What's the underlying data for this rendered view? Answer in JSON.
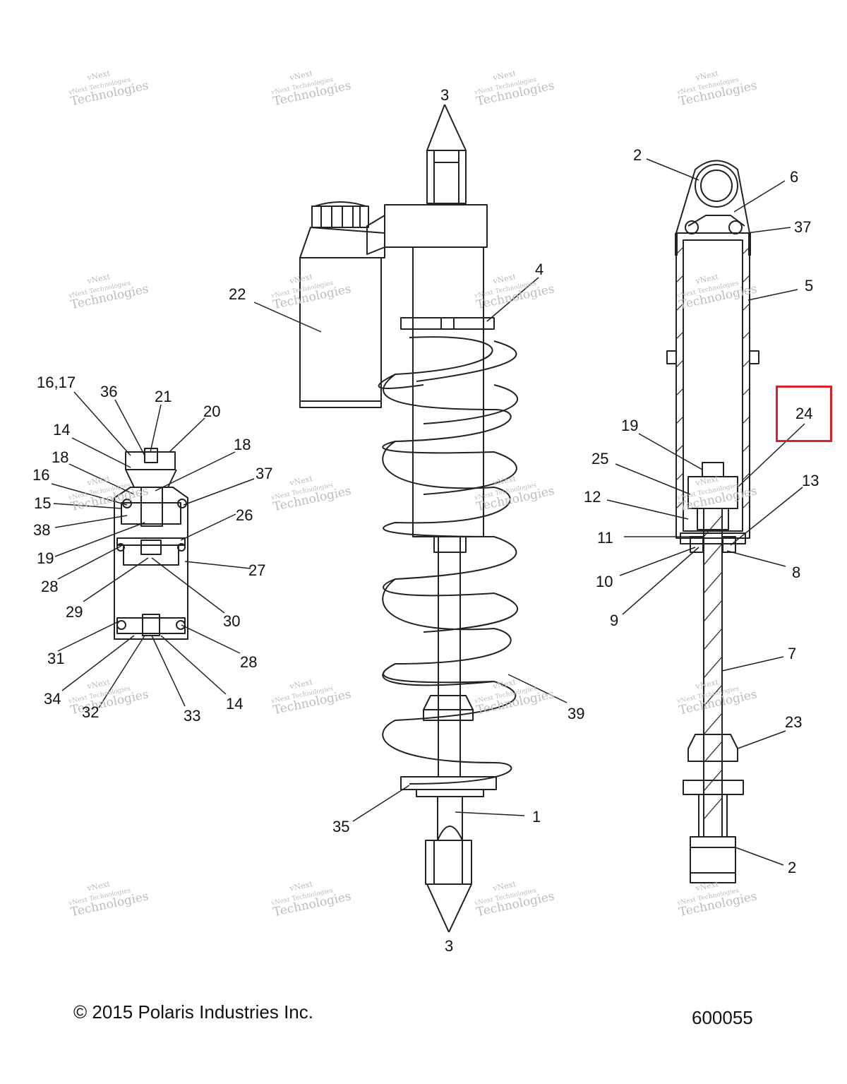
{
  "footer": {
    "copyright": "© 2015 Polaris Industries Inc.",
    "diagram_number": "600055"
  },
  "watermark": {
    "line1": "vNext",
    "line2": "vNext Technologies",
    "line3": "Technologies"
  },
  "highlight": {
    "callout": "24",
    "color": "#d9232a"
  },
  "callouts": {
    "c3_top": "3",
    "c22": "22",
    "c4": "4",
    "c39": "39",
    "c35": "35",
    "c1": "1",
    "c3_bottom": "3",
    "c2_top": "2",
    "c6": "6",
    "c37_right": "37",
    "c5": "5",
    "c24": "24",
    "c19_right": "19",
    "c25": "25",
    "c12": "12",
    "c13": "13",
    "c11": "11",
    "c10": "10",
    "c8": "8",
    "c9": "9",
    "c7": "7",
    "c23": "23",
    "c2_bottom": "2",
    "c16_17": "16,17",
    "c36": "36",
    "c21": "21",
    "c20": "20",
    "c14_top": "14",
    "c18": "18",
    "c37_left": "37",
    "c16": "16",
    "c15": "15",
    "c26": "26",
    "c38": "38",
    "c19_left": "19",
    "c27": "27",
    "c28_left": "28",
    "c29": "29",
    "c30": "30",
    "c31": "31",
    "c28_right": "28",
    "c34": "34",
    "c32": "32",
    "c33": "33",
    "c14_bottom": "14"
  }
}
